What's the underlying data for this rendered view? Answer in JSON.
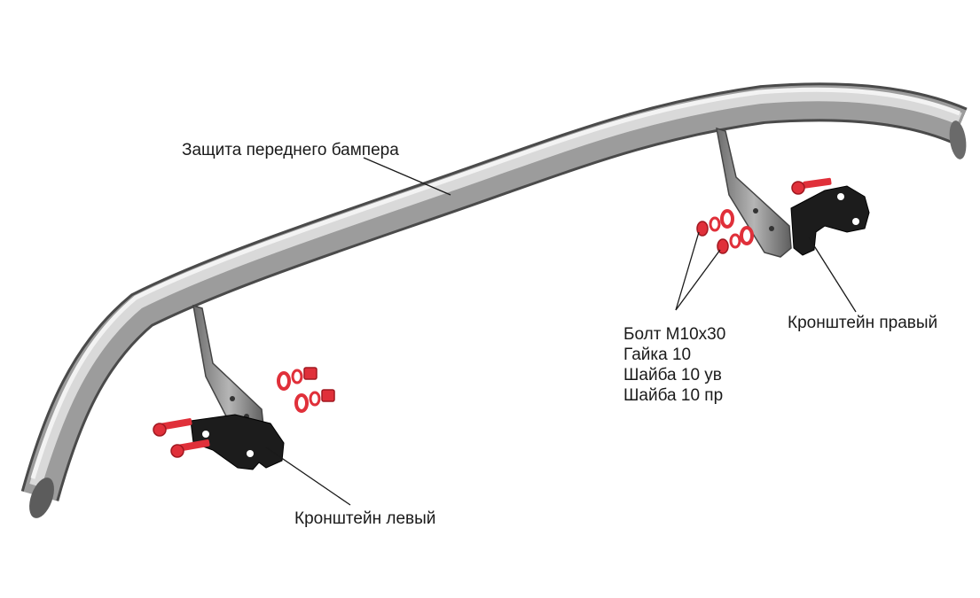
{
  "labels": {
    "bumper_guard": "Защита переднего бампера",
    "bracket_right": "Кронштейн правый",
    "bracket_left": "Кронштейн левый",
    "hardware": [
      "Болт М10х30",
      "Гайка 10",
      "Шайба 10 ув",
      "Шайба 10 пр"
    ]
  },
  "colors": {
    "tube_dark": "#5a5a5a",
    "tube_mid": "#9a9a9a",
    "tube_light": "#e6e6e6",
    "bracket": "#1c1c1c",
    "strap": "#8c8c8c",
    "fastener": "#e0303a",
    "leader": "#1a1a1a"
  }
}
